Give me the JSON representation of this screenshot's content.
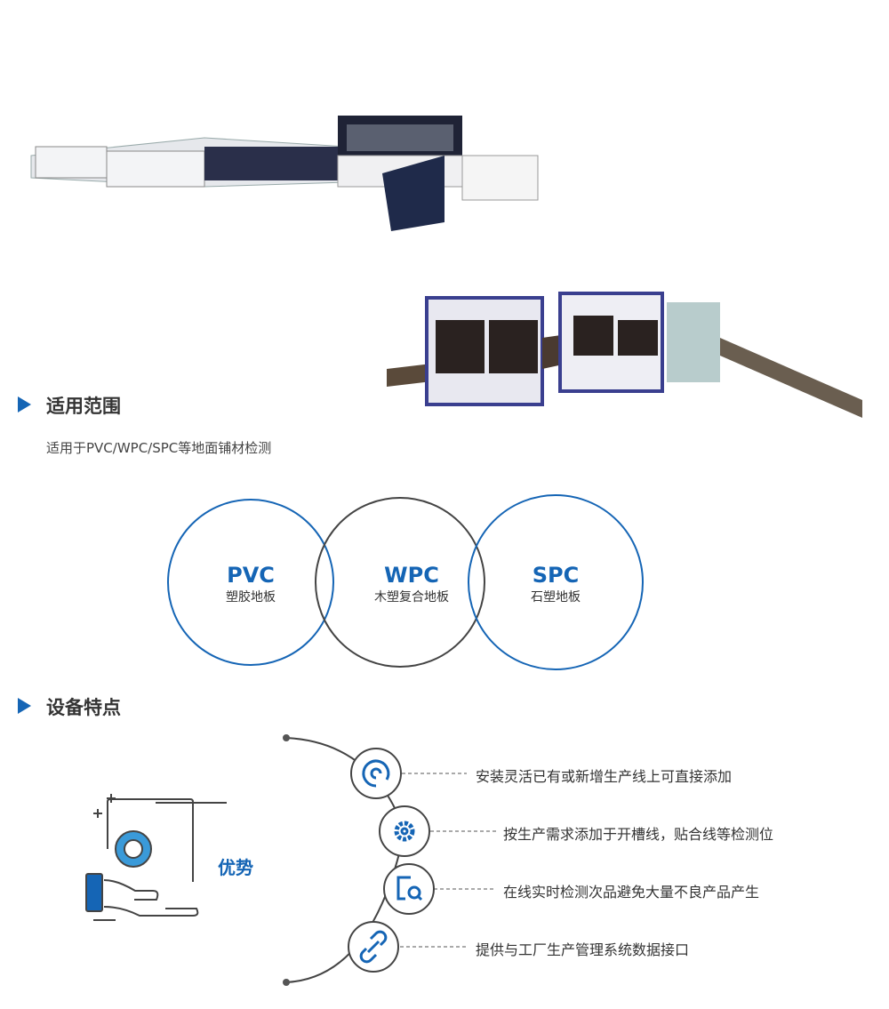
{
  "section1": {
    "title": "适用范围",
    "desc": "适用于PVC/WPC/SPC等地面铺材检测"
  },
  "venn": [
    {
      "title": "PVC",
      "sub": "塑胶地板"
    },
    {
      "title": "WPC",
      "sub": "木塑复合地板"
    },
    {
      "title": "SPC",
      "sub": "石塑地板"
    }
  ],
  "section2": {
    "title": "设备特点",
    "advantage": "优势"
  },
  "features": [
    {
      "icon": "refresh-icon",
      "text": "安装灵活已有或新增生产线上可直接添加"
    },
    {
      "icon": "gear-icon",
      "text": "按生产需求添加于开槽线，贴合线等检测位"
    },
    {
      "icon": "search-icon",
      "text": "在线实时检测次品避免大量不良产品产生"
    },
    {
      "icon": "link-icon",
      "text": "提供与工厂生产管理系统数据接口"
    }
  ],
  "colors": {
    "accent": "#1565b5",
    "gray": "#444444"
  }
}
